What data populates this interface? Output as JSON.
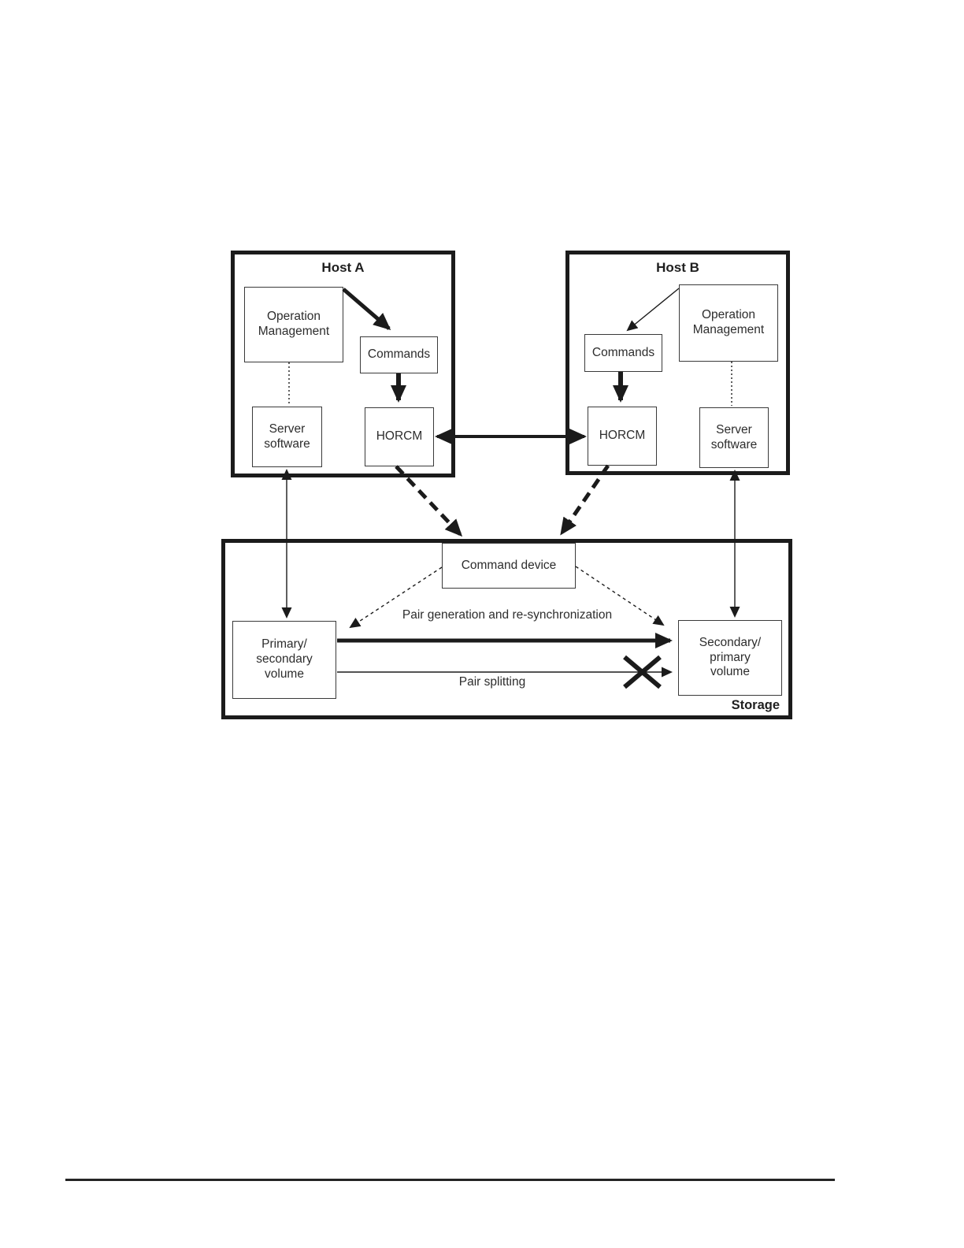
{
  "palette": {
    "ink": "#1b1b1b",
    "paper": "#ffffff"
  },
  "diagram": {
    "host_a": {
      "title": "Host A",
      "operation_management": [
        "Operation",
        "Management"
      ],
      "commands": "Commands",
      "server_software": [
        "Server",
        "software"
      ],
      "horcm": "HORCM"
    },
    "host_b": {
      "title": "Host B",
      "operation_management": [
        "Operation",
        "Management"
      ],
      "commands": "Commands",
      "server_software": [
        "Server",
        "software"
      ],
      "horcm": "HORCM"
    },
    "storage": {
      "title": "Storage",
      "command_device": "Command device",
      "primary_volume": [
        "Primary/",
        "secondary",
        "volume"
      ],
      "secondary_volume": [
        "Secondary/",
        "primary",
        "volume"
      ],
      "pair_generation_label": "Pair generation and re-synchronization",
      "pair_splitting_label": "Pair splitting"
    }
  }
}
